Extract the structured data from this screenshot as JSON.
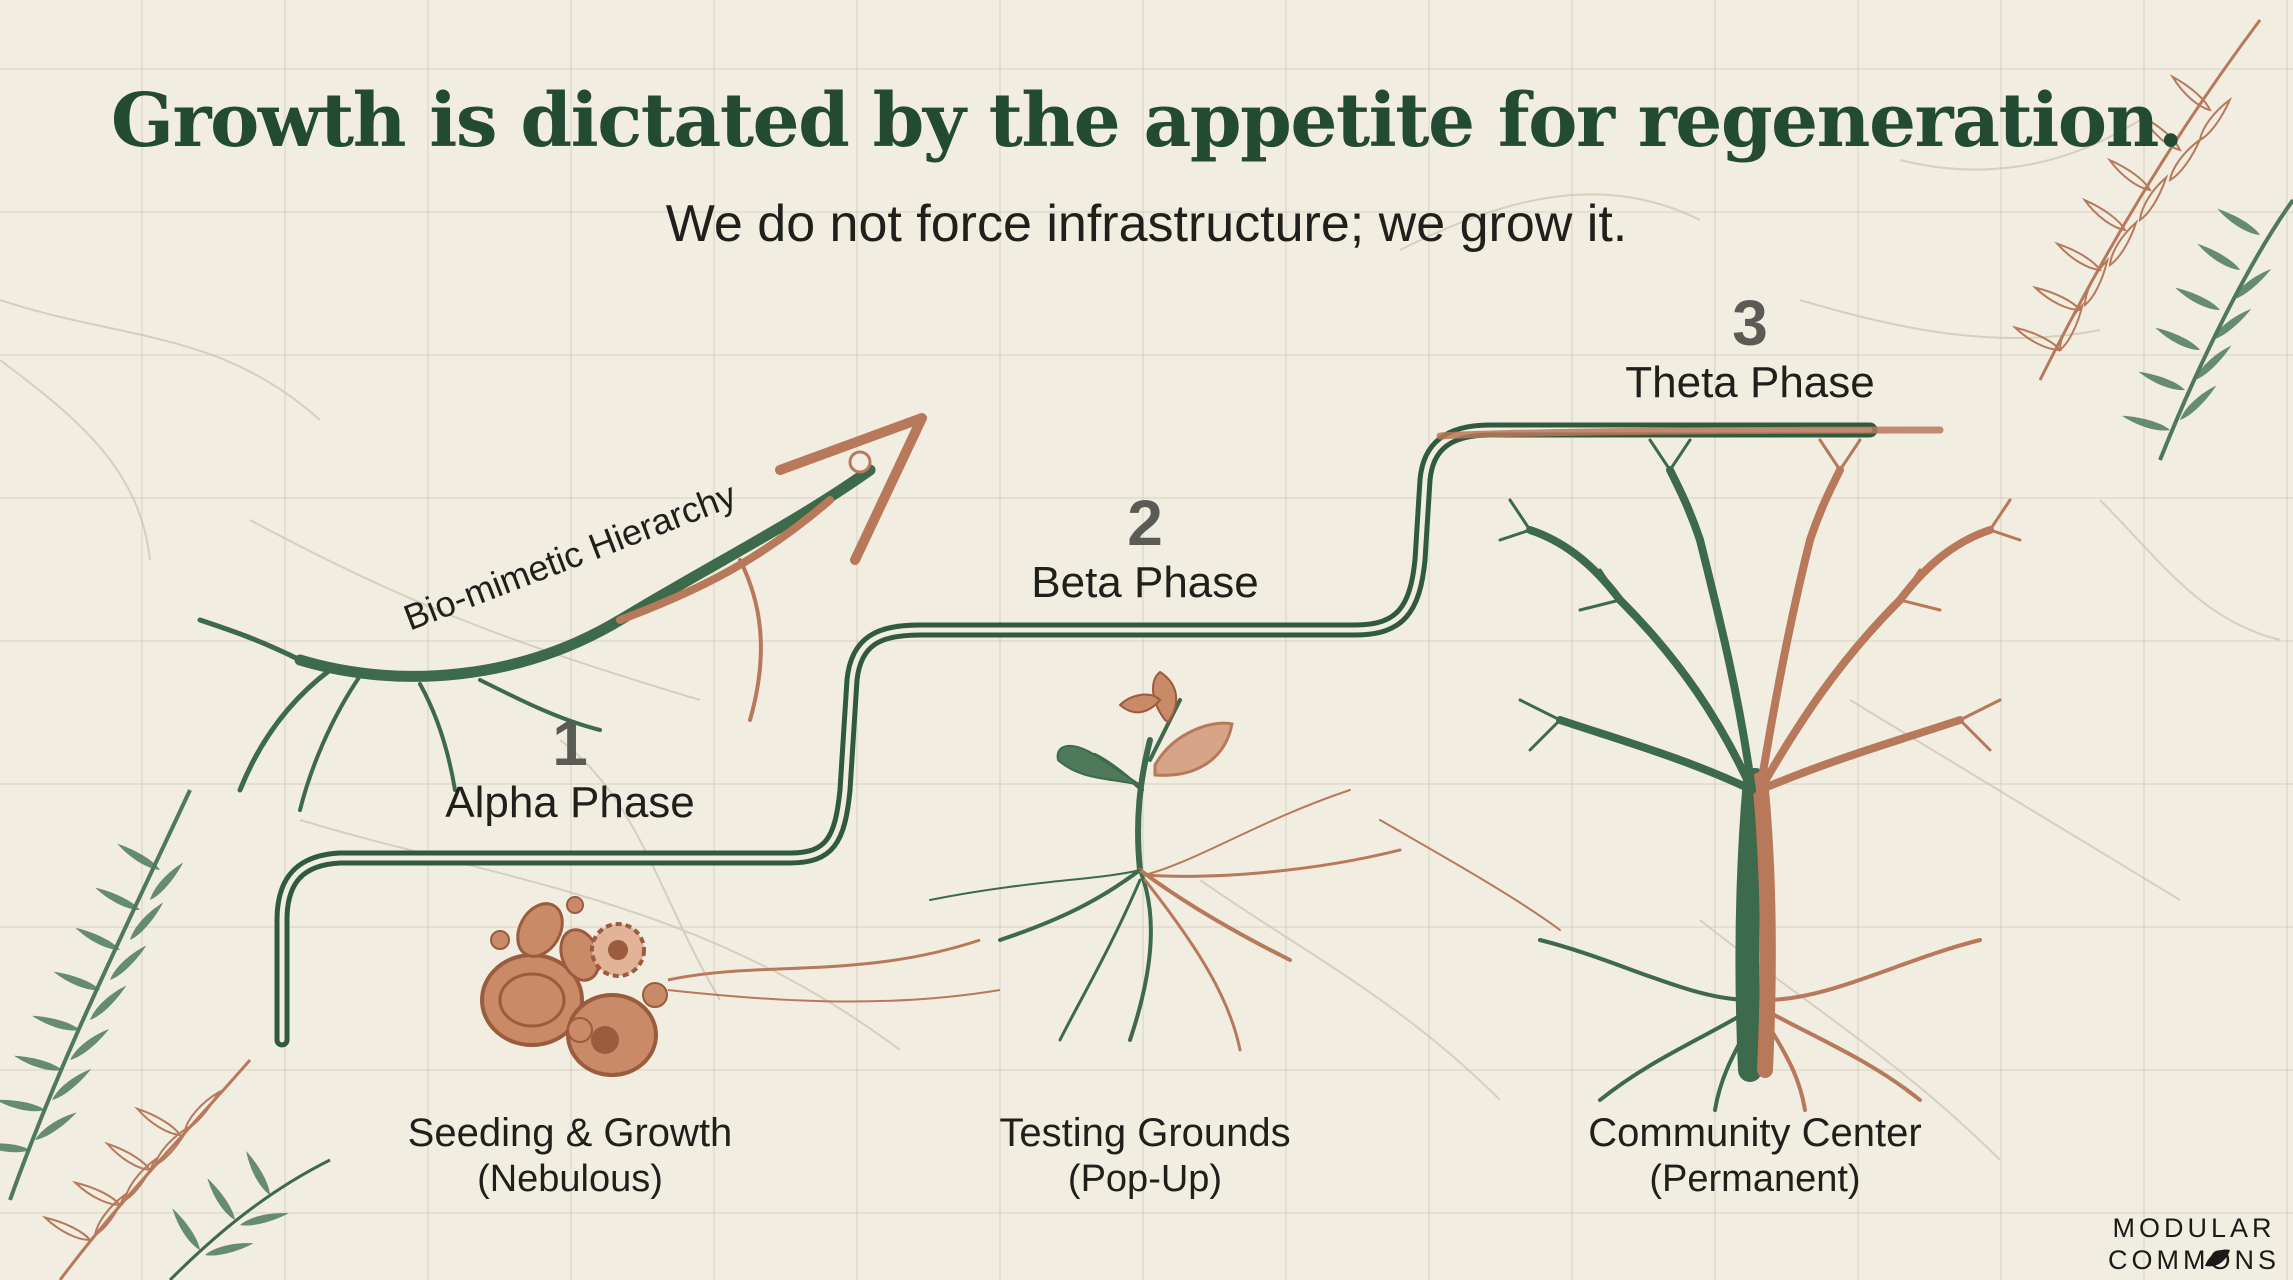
{
  "title": "Growth is dictated by the appetite for regeneration.",
  "subtitle": "We do not force infrastructure; we grow it.",
  "hierarchy_label": "Bio-mimetic Hierarchy",
  "phases": [
    {
      "number": "1",
      "name": "Alpha Phase",
      "stage": "Seeding & Growth",
      "stage_type": "(Nebulous)",
      "illustration": "cell-cluster"
    },
    {
      "number": "2",
      "name": "Beta Phase",
      "stage": "Testing Grounds",
      "stage_type": "(Pop-Up)",
      "illustration": "sprout-with-roots"
    },
    {
      "number": "3",
      "name": "Theta Phase",
      "stage": "Community Center",
      "stage_type": "(Permanent)",
      "illustration": "tree-with-roots"
    }
  ],
  "logo": {
    "line1": "MODULAR",
    "line2": "COMMONS"
  },
  "colors": {
    "background": "#f1ede1",
    "title_green": "#234a33",
    "path_green": "#2f5a3d",
    "terracotta": "#b8785a",
    "fern_green": "#4e7a5a"
  }
}
